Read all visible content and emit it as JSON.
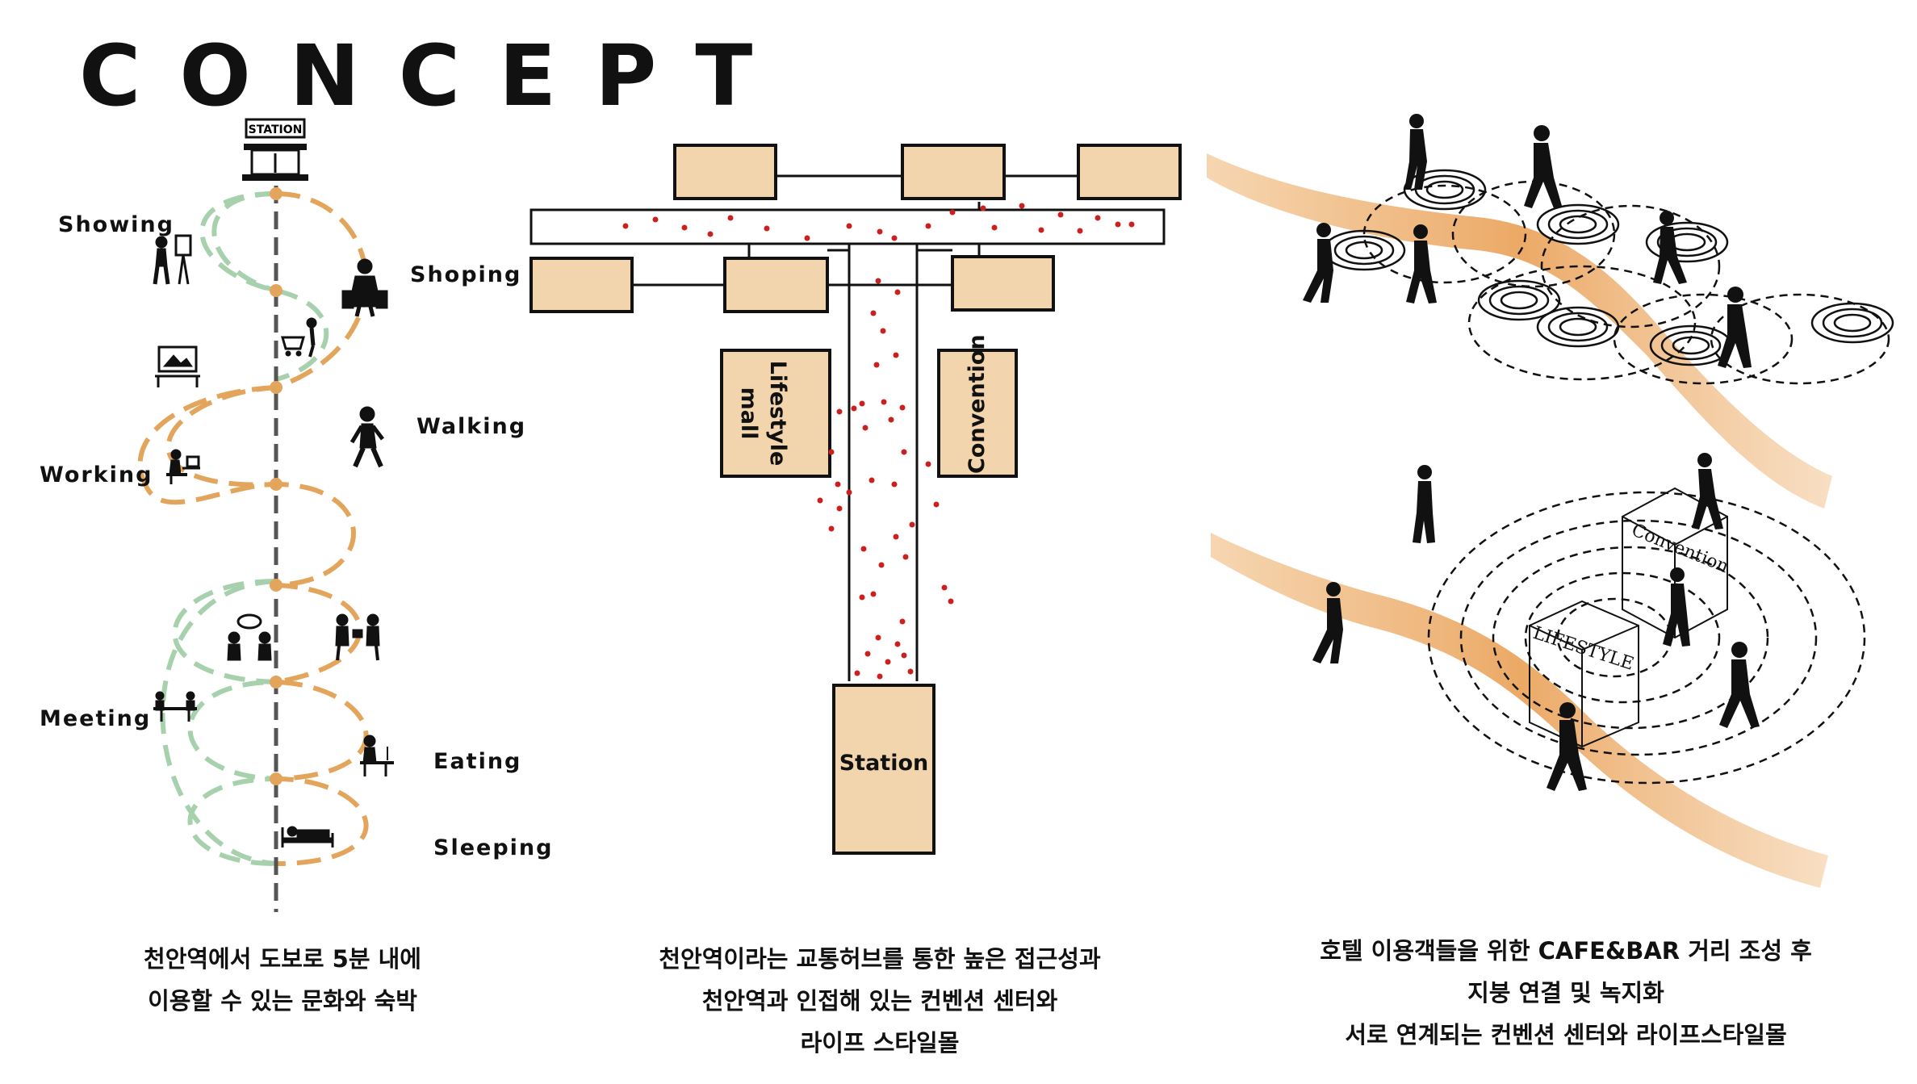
{
  "title": "CONCEPT",
  "station_sign": "STATION",
  "activities": {
    "showing": "Showing",
    "shoping": "Shoping",
    "walking": "Walking",
    "working": "Working",
    "meeting": "Meeting",
    "eating": "Eating",
    "sleeping": "Sleeping"
  },
  "plan": {
    "lifestyle_mall_line1": "Lifestyle",
    "lifestyle_mall_line2": "mall",
    "convention": "Convention",
    "station": "Station"
  },
  "iso": {
    "convention_label": "Convention",
    "lifestyle_label": "LIFESTYLE"
  },
  "captions": {
    "left": [
      "천안역에서 도보로 5분 내에",
      "이용할 수 있는 문화와 숙박"
    ],
    "middle": [
      "천안역이라는 교통허브를 통한 높은 접근성과",
      "천안역과 인접해 있는 컨벤션 센터와",
      "라이프 스타일몰"
    ],
    "right": [
      "호텔 이용객들을 위한 CAFE&BAR 거리 조성 후",
      "지붕 연결 및 녹지화",
      "서로 연계되는 컨벤션 센터와 라이프스타일몰"
    ]
  },
  "colors": {
    "orange_path": "#e2a55b",
    "green_path": "#a7d1ad",
    "box_fill": "#f3d5ad",
    "red_dot": "#cc1f1f",
    "gray_axis": "#555555"
  }
}
